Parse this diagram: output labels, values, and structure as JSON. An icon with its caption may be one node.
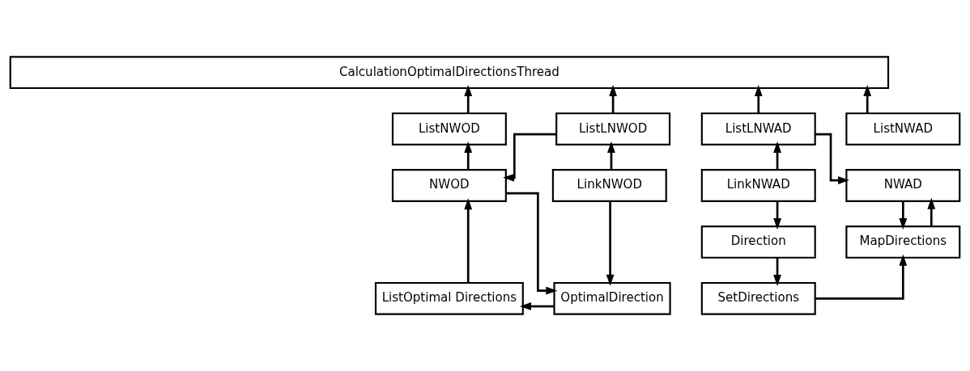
{
  "diagram": {
    "nodes": [
      {
        "text": [
          "CalculationOptimalDirectionsThread"
        ]
      },
      {
        "text": [
          "ListNWOD"
        ]
      },
      {
        "text": [
          "ListLNWOD"
        ]
      },
      {
        "text": [
          "ListLNWAD"
        ]
      },
      {
        "text": [
          "ListNWAD"
        ]
      },
      {
        "text": [
          "NWOD"
        ]
      },
      {
        "text": [
          "LinkNWOD"
        ]
      },
      {
        "text": [
          "LinkNWAD"
        ]
      },
      {
        "text": [
          "NWAD"
        ]
      },
      {
        "text": [
          "Direction"
        ]
      },
      {
        "text": [
          "MapDirections"
        ]
      },
      {
        "text": [
          "ListOptimal Directions"
        ]
      },
      {
        "text": [
          "OptimalDirection"
        ]
      },
      {
        "text": [
          "SetDirections"
        ]
      }
    ],
    "edges": [
      {
        "from": 1,
        "to": 0,
        "arrow": "to"
      },
      {
        "from": 2,
        "to": 0,
        "arrow": "to"
      },
      {
        "from": 3,
        "to": 0,
        "arrow": "to"
      },
      {
        "from": 4,
        "to": 0,
        "arrow": "to"
      },
      {
        "from": 5,
        "to": 1,
        "arrow": "to"
      },
      {
        "from": 2,
        "to": 5,
        "arrow": "to"
      },
      {
        "from": 6,
        "to": 2,
        "arrow": "to"
      },
      {
        "from": 6,
        "to": 12,
        "arrow": "to"
      },
      {
        "from": 5,
        "to": 12,
        "arrow": "to"
      },
      {
        "from": 11,
        "to": 5,
        "arrow": "to"
      },
      {
        "from": 12,
        "to": 11,
        "arrow": "to"
      },
      {
        "from": 7,
        "to": 3,
        "arrow": "to"
      },
      {
        "from": 7,
        "to": 9,
        "arrow": "to"
      },
      {
        "from": 3,
        "to": 8,
        "arrow": "to"
      },
      {
        "from": 8,
        "to": 10,
        "arrow": "to"
      },
      {
        "from": 10,
        "to": 8,
        "arrow": "to"
      },
      {
        "from": 13,
        "to": 10,
        "arrow": "to"
      },
      {
        "from": 9,
        "to": 13,
        "arrow": "to"
      }
    ]
  }
}
